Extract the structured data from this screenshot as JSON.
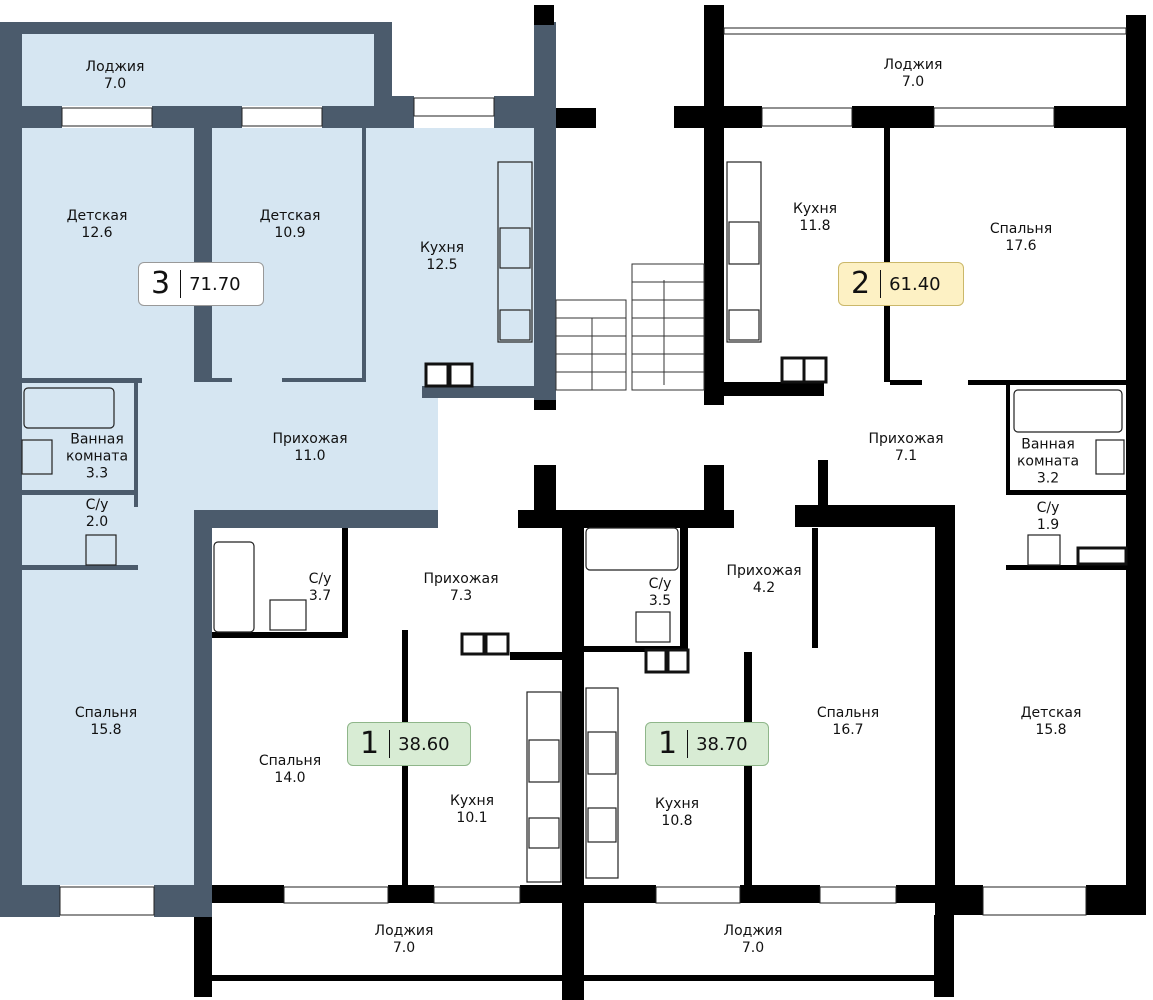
{
  "colors": {
    "highlight_fill": "#d6e6f2",
    "gray_wall": "#4b5b6c",
    "wall": "#000000",
    "badge_3": "#ffffff",
    "badge_2": "#fdf1c4",
    "badge_1": "#d8ecd4"
  },
  "apartments": [
    {
      "id": "apt3",
      "rooms": "3",
      "area": "71.70"
    },
    {
      "id": "apt2",
      "rooms": "2",
      "area": "61.40"
    },
    {
      "id": "apt1a",
      "rooms": "1",
      "area": "38.60"
    },
    {
      "id": "apt1b",
      "rooms": "1",
      "area": "38.70"
    }
  ],
  "rooms": [
    {
      "name": "Лоджия",
      "area": "7.0"
    },
    {
      "name": "Детская",
      "area": "12.6"
    },
    {
      "name": "Детская",
      "area": "10.9"
    },
    {
      "name": "Кухня",
      "area": "12.5"
    },
    {
      "name": "Ванная",
      "name2": "комната",
      "area": "3.3"
    },
    {
      "name": "Прихожая",
      "area": "11.0"
    },
    {
      "name": "С/у",
      "area": "2.0"
    },
    {
      "name": "Спальня",
      "area": "15.8"
    },
    {
      "name": "С/у",
      "area": "3.7"
    },
    {
      "name": "Прихожая",
      "area": "7.3"
    },
    {
      "name": "Спальня",
      "area": "14.0"
    },
    {
      "name": "Кухня",
      "area": "10.1"
    },
    {
      "name": "Лоджия",
      "area": "7.0"
    },
    {
      "name": "С/у",
      "area": "3.5"
    },
    {
      "name": "Прихожая",
      "area": "4.2"
    },
    {
      "name": "Кухня",
      "area": "10.8"
    },
    {
      "name": "Спальня",
      "area": "16.7"
    },
    {
      "name": "Лоджия",
      "area": "7.0"
    },
    {
      "name": "Лоджия",
      "area": "7.0"
    },
    {
      "name": "Кухня",
      "area": "11.8"
    },
    {
      "name": "Спальня",
      "area": "17.6"
    },
    {
      "name": "Прихожая",
      "area": "7.1"
    },
    {
      "name": "Ванная",
      "name2": "комната",
      "area": "3.2"
    },
    {
      "name": "С/у",
      "area": "1.9"
    },
    {
      "name": "Детская",
      "area": "15.8"
    }
  ]
}
